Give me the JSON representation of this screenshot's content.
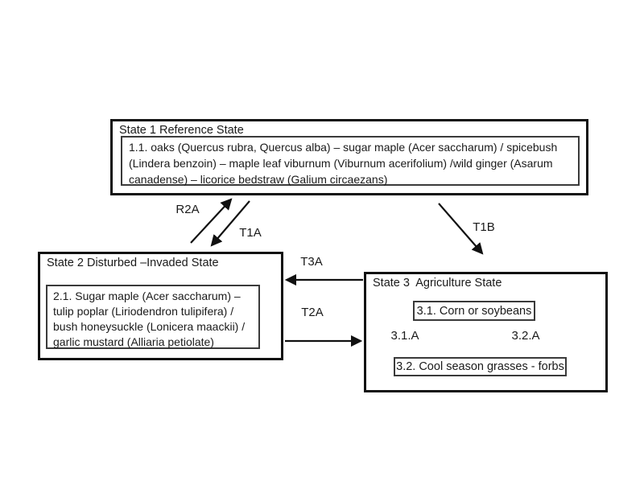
{
  "diagram": {
    "type": "state-and-transition-model",
    "colors": {
      "background": "#ffffff",
      "border_outer": "#111111",
      "border_inner": "#3a3a3a",
      "text": "#1a1a1a",
      "arrow": "#111111"
    },
    "states": [
      {
        "id": "1",
        "label": "State 1 Reference State",
        "communities": [
          {
            "id": "1.1",
            "text": "1.1. oaks (Quercus rubra, Quercus alba) – sugar maple (Acer saccharum) / spicebush (Lindera benzoin) – maple leaf viburnum (Viburnum acerifolium) /wild ginger (Asarum canadense) – licorice bedstraw (Galium circaezans)"
          }
        ]
      },
      {
        "id": "2",
        "label": "State 2 Disturbed –Invaded State",
        "communities": [
          {
            "id": "2.1",
            "text": "2.1. Sugar maple (Acer saccharum) –tulip poplar (Liriodendron tulipifera) / bush honeysuckle (Lonicera maackii) / garlic mustard (Alliaria petiolate)"
          }
        ]
      },
      {
        "id": "3",
        "label": "State 3  Agriculture State",
        "communities": [
          {
            "id": "3.1",
            "text": "3.1. Corn or soybeans"
          },
          {
            "id": "3.2",
            "text": "3.2. Cool season grasses - forbs"
          }
        ],
        "internal_transitions": [
          {
            "label": "3.1.A",
            "direction": "down",
            "from": "3.1",
            "to": "3.2"
          },
          {
            "label": "3.2.A",
            "direction": "up",
            "from": "3.2",
            "to": "3.1"
          }
        ]
      }
    ],
    "transitions": [
      {
        "label": "R2A",
        "from": "State 2",
        "to": "State 1"
      },
      {
        "label": "T1A",
        "from": "State 1",
        "to": "State 2"
      },
      {
        "label": "T1B",
        "from": "State 1",
        "to": "State 3"
      },
      {
        "label": "T3A",
        "from": "State 3",
        "to": "State 2"
      },
      {
        "label": "T2A",
        "from": "State 2",
        "to": "State 3"
      }
    ]
  }
}
